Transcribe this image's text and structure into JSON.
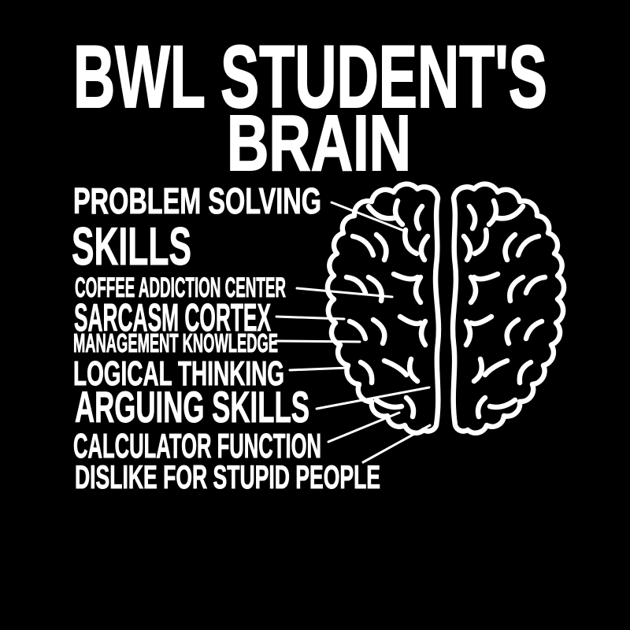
{
  "canvas": {
    "background": "#000000",
    "foreground": "#ffffff"
  },
  "title": {
    "line1": "BWL STUDENT'S",
    "line2": "BRAIN"
  },
  "labels": [
    {
      "name": "problem-solving-skills",
      "lines": [
        "PROBLEM SOLVING",
        "SKILLS"
      ]
    },
    {
      "name": "coffee-addiction-center",
      "lines": [
        "COFFEE ADDICTION CENTER"
      ]
    },
    {
      "name": "sarcasm-cortex",
      "lines": [
        "SARCASM CORTEX"
      ]
    },
    {
      "name": "management-knowledge",
      "lines": [
        "MANAGEMENT KNOWLEDGE"
      ]
    },
    {
      "name": "logical-thinking",
      "lines": [
        "LOGICAL THINKING"
      ]
    },
    {
      "name": "arguing-skills",
      "lines": [
        "ARGUING SKILLS"
      ]
    },
    {
      "name": "calculator-function",
      "lines": [
        "CALCULATOR FUNCTION"
      ]
    },
    {
      "name": "dislike-for-stupid-people",
      "lines": [
        "DISLIKE FOR STUPID PEOPLE"
      ]
    }
  ],
  "illustration": {
    "icon": "brain-top-view-icon",
    "style": "white line art, two hemispheres, top view"
  }
}
